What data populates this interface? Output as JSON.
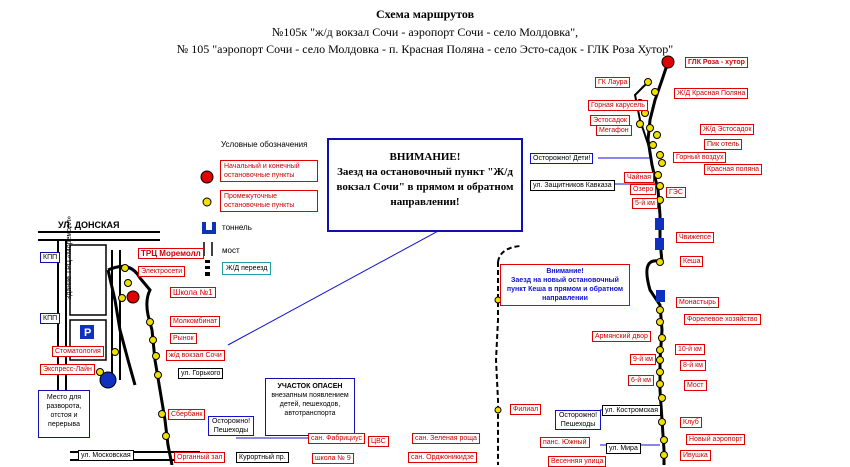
{
  "title": {
    "line1": "Схема маршрутов",
    "line2": "№105к \"ж/д вокзал Сочи - аэропорт Сочи - село Молдовка\",",
    "line3": "№ 105 \"аэропорт Сочи - село Молдовка - п. Красная Поляна - село Эсто-садок - ГЛК Роза Хутор\""
  },
  "legend": {
    "heading": "Условные обозначения",
    "terminal": "Начальный и конечный остановочные пункты",
    "intermediate": "Промежуточные остановочные пункты",
    "tunnel": "тоннель",
    "bridge": "мост",
    "crossing": "Ж/Д переезд"
  },
  "attention_main": {
    "heading": "ВНИМАНИЕ!",
    "body": "Заезд на остановочный пункт \"Ж/д вокзал Сочи\" в прямом и обратном направлении!"
  },
  "attention_kesha": {
    "heading": "Внимание!",
    "body": "Заезд на новый остановочный пункт Кеша в прямом и обратном направлении"
  },
  "danger_zone": {
    "heading": "УЧАСТОК ОПАСЕН",
    "body": "внезапным появлением детей, пешеходов, автотранспорта"
  },
  "rest_place": "Место для разворота, отстоя и перерыва",
  "streets": {
    "donskaya": "УЛ. ДОНСКАЯ",
    "gorkogo": "ул. Горького",
    "moskovskaya": "ул. Московская",
    "zashchitnikov": "ул. Защитников Кавказа",
    "kostromskaya": "ул. Костромская",
    "mira": "ул. Мира",
    "kurortny": "Курортный пр."
  },
  "warnings": {
    "kids1": "Осторожно! Дети!",
    "peds1": "Осторожно! Пешеходы",
    "peds2": "Осторожно! Пешеходы"
  },
  "stops_left": {
    "mall": "ТРЦ Моремолл",
    "elektroseti": "Электросети",
    "school1": "Школа №1",
    "kpp1": "КПП",
    "kpp2": "КПП",
    "molkombinat": "Молкомбинат",
    "rynok": "Рынок",
    "station": "ж/д вокзал Сочи",
    "stomatology": "Стоматология",
    "express": "Экспресс-Лайн",
    "sberbank": "Сбербанк",
    "organ": "Органный зал",
    "fabricius": "сан. Фабрициус",
    "school9": "школа № 9",
    "tsvs": "ЦВС",
    "green_grove": "сан. Зеленая роща",
    "ordzhonikidze": "сан. Орджоникидзе"
  },
  "stops_right": {
    "rosa_khutor": "ГЛК Роза - хутор",
    "laura": "ГК Лаура",
    "krasnaya_polyana_station": "Ж/Д Красная Поляна",
    "karusel": "Горная карусель",
    "estosadok": "Эстосадок",
    "megafon": "Мегафон",
    "estosadok_station": "Ж/д Эстосадок",
    "pik_hotel": "Пик отель",
    "gorny_vozdukh": "Горный воздух",
    "krasnaya_polyana": "Красная поляна",
    "chainaya": "Чайная",
    "ozero": "Озеро",
    "ges": "ГЭС",
    "km5": "5-й км",
    "chvizhepse": "Чвижепсе",
    "kesha": "Кеша",
    "monastyr": "Монастырь",
    "forel": "Форелевое хозяйство",
    "armyansky": "Армянский двор",
    "km9": "9-й км",
    "km10": "10-й км",
    "km8": "8-й км",
    "km6": "6-й км",
    "most": "Мост",
    "filial": "Филиал",
    "klub": "Клуб",
    "new_airport": "Новый аэропорт",
    "pans_yuzhny": "панс. Южный",
    "ivushka": "Ивушка",
    "vesennyaya": "Весенняя улица"
  },
  "parking_letter": "P",
  "building_label": "Здание ТРЦ «Моремолл»",
  "colors": {
    "route_line": "#000000",
    "stop_intermediate": "#f0e000",
    "stop_terminal": "#e00000",
    "label_border": "#e00000",
    "label_text": "#d00000",
    "pointer_line": "#1010d0",
    "tunnel": "#1030c0"
  }
}
